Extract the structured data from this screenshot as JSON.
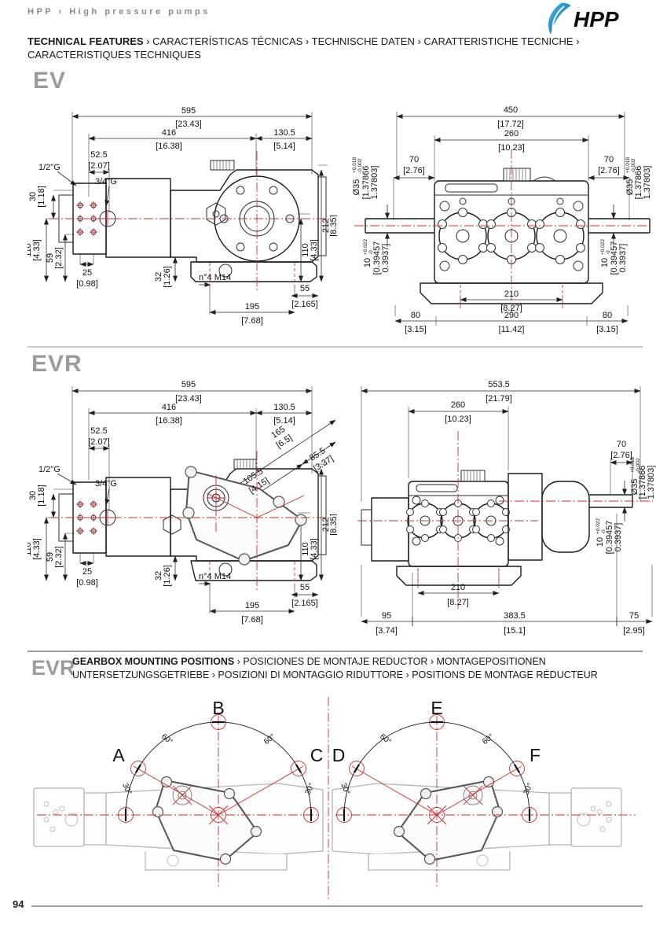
{
  "colors": {
    "accent_red": "#c93030",
    "heading_gray": "#9c9c9c",
    "logo_blue": "#1e9cd7"
  },
  "header": {
    "breadcrumb": "HPP › High pressure pumps",
    "logo": "HPP",
    "title_bold": "TECHNICAL FEATURES",
    "title_rest": " › CARACTERÍSTICAS TÉCNICAS › TECHNISCHE DATEN ›  CARATTERISTICHE TECNICHE ›",
    "title_line2": "CARACTERISTIQUES TECHNIQUES"
  },
  "sections": {
    "ev_heading": "EV",
    "evr_heading": "EVR",
    "gearbox_label": "EVR",
    "gearbox_title_bold": "GEARBOX MOUNTING POSITIONS",
    "gearbox_title_rest": " › POSICIONES DE MONTAJE REDUCTOR › MONTAGEPOSITIONEN",
    "gearbox_title_line2": "UNTERSETZUNGSGETRIEBE › POSIZIONI DI MONTAGGIO RIDUTTORE › POSITIONS DE MONTAGE RÉDUCTEUR"
  },
  "dims": {
    "d595": {
      "mm": "595",
      "in": "[23.43]"
    },
    "d416": {
      "mm": "416",
      "in": "[16.38]"
    },
    "d130_5": {
      "mm": "130.5",
      "in": "[5.14]"
    },
    "d52_5": {
      "mm": "52.5",
      "in": "[2.07]"
    },
    "d165": {
      "mm": "165",
      "in": "[6.5]"
    },
    "d105_5": {
      "mm": "105.5",
      "in": "[4.15]"
    },
    "d85_5": {
      "mm": "85.5",
      "in": "[3.37]"
    },
    "d30": {
      "mm": "30",
      "in": "[1.18]"
    },
    "d110": {
      "mm": "110",
      "in": "[4.33]"
    },
    "d59": {
      "mm": "59",
      "in": "[2.32]"
    },
    "d25": {
      "mm": "25",
      "in": "[0.98]"
    },
    "d32": {
      "mm": "32",
      "in": "[1.26]"
    },
    "d55": {
      "mm": "55",
      "in": "[2.165]"
    },
    "d195": {
      "mm": "195",
      "in": "[7.68]"
    },
    "d212": {
      "mm": "212",
      "in": "[8.35]"
    },
    "d450": {
      "mm": "450",
      "in": "[17.72]"
    },
    "d553_5": {
      "mm": "553.5",
      "in": "[21.79]"
    },
    "d260": {
      "mm": "260",
      "in": "[10.23]"
    },
    "d70": {
      "mm": "70",
      "in": "[2.76]"
    },
    "d210": {
      "mm": "210",
      "in": "[8.27]"
    },
    "d80": {
      "mm": "80",
      "in": "[3.15]"
    },
    "d290": {
      "mm": "290",
      "in": "[11.42]"
    },
    "d95": {
      "mm": "95",
      "in": "[3.74]"
    },
    "d383_5": {
      "mm": "383.5",
      "in": "[15.1]"
    },
    "d75": {
      "mm": "75",
      "in": "[2.95]"
    },
    "port_12": "1/2\"G",
    "port_34": "3/4\"G",
    "m14": "n°4 M14",
    "dia35": {
      "mm": "Ø35",
      "tol_plus": "+0.018",
      "tol_minus": "-0.002",
      "in_top": "[1.37866",
      "in_bottom": "1.37803]"
    },
    "d10tol": {
      "mm": "10",
      "tol_plus": "+0.022",
      "tol_minus": "-0",
      "in_top": "[0.39457",
      "in_bottom": "0.3937]"
    }
  },
  "mounting": {
    "pos_a": "A",
    "pos_b": "B",
    "pos_c": "C",
    "pos_d": "D",
    "pos_e": "E",
    "pos_f": "F",
    "angle_60": "60°",
    "angle_30": "30°"
  },
  "footer": {
    "page_number": "94"
  }
}
